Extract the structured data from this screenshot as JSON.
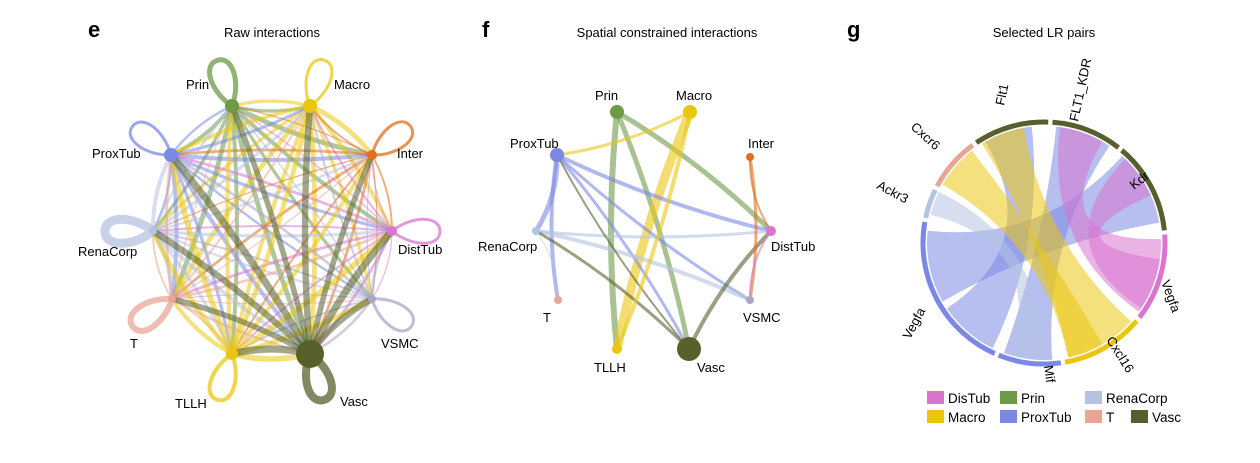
{
  "colors": {
    "DistTub": "#d975cf",
    "Prin": "#6e9a48",
    "RenaCorp": "#b4c3e1",
    "Macro": "#ebc610",
    "ProxTub": "#7b89e4",
    "T": "#e8a596",
    "Vasc": "#57602d",
    "Inter": "#e06f1c",
    "TLLH": "#ebc610",
    "VSMC": "#a9a7c8"
  },
  "panels": {
    "e": {
      "letter": "e",
      "title": "Raw interactions",
      "nodes": [
        "Prin",
        "Macro",
        "ProxTub",
        "Inter",
        "RenaCorp",
        "DistTub",
        "T",
        "VSMC",
        "TLLH",
        "Vasc"
      ]
    },
    "f": {
      "letter": "f",
      "title": "Spatial constrained interactions",
      "nodes": [
        "Prin",
        "Macro",
        "ProxTub",
        "Inter",
        "RenaCorp",
        "DistTub",
        "T",
        "VSMC",
        "TLLH",
        "Vasc"
      ]
    },
    "g": {
      "letter": "g",
      "title": "Selected LR pairs",
      "lr_labels": [
        "Flt1",
        "FLT1_KDR",
        "Kdr",
        "Cxcr6",
        "Ackr3",
        "Vegfa",
        "Cxcl16",
        "Mif",
        "Vegfa"
      ],
      "legend": [
        {
          "label": "DisTub",
          "color_key": "DistTub"
        },
        {
          "label": "Prin",
          "color_key": "Prin"
        },
        {
          "label": "RenaCorp",
          "color_key": "RenaCorp"
        },
        {
          "label": "Macro",
          "color_key": "Macro"
        },
        {
          "label": "ProxTub",
          "color_key": "ProxTub"
        },
        {
          "label": "T",
          "color_key": "T"
        },
        {
          "label": "Vasc",
          "color_key": "Vasc"
        }
      ]
    }
  }
}
